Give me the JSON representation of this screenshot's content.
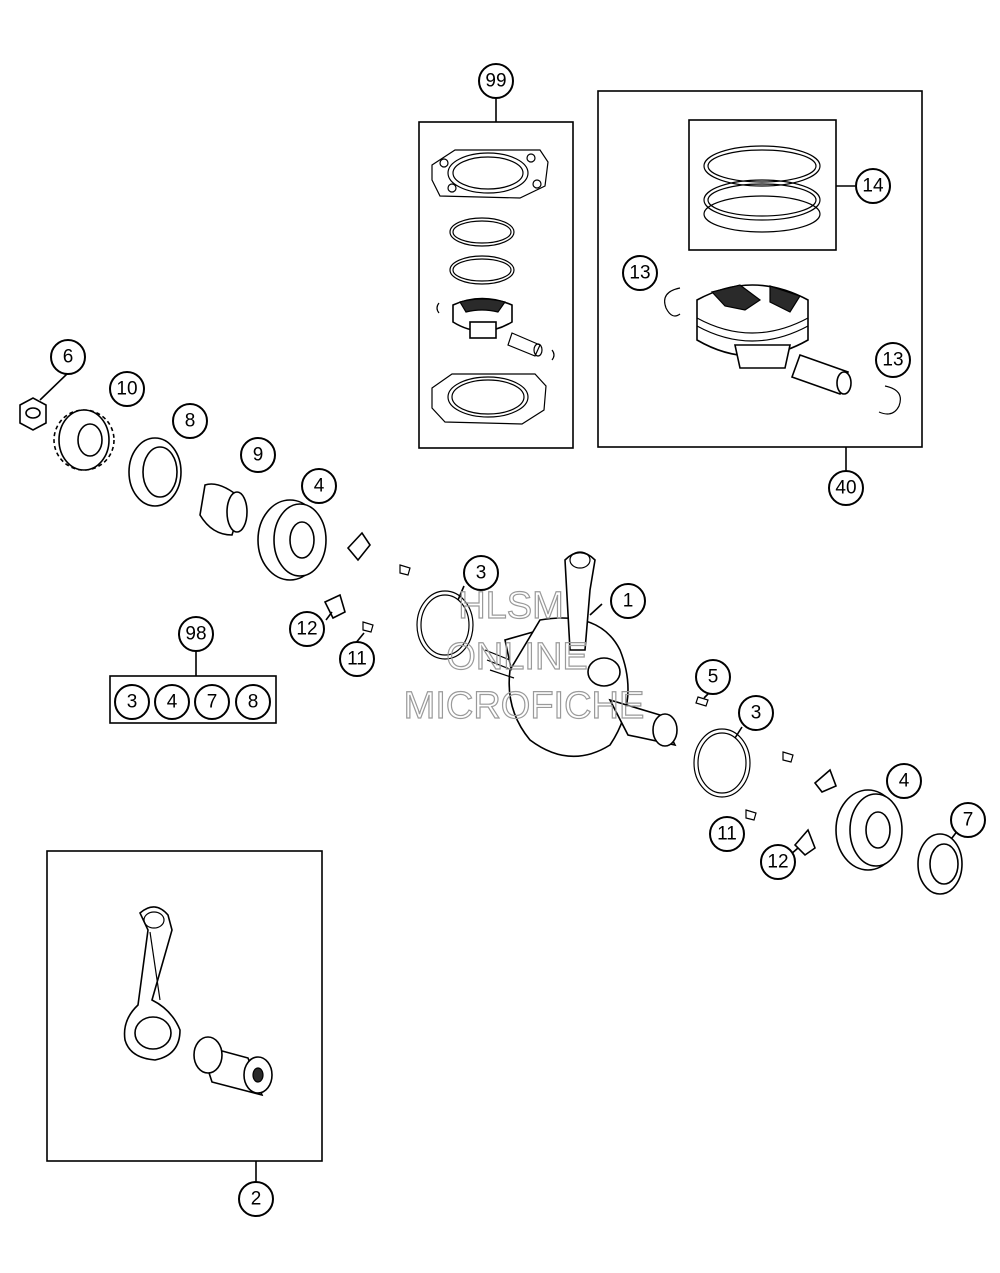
{
  "watermark": {
    "line1": "HLSM",
    "line2": "ONLINE",
    "line3": "MICROFICHE"
  },
  "callouts": {
    "c1": "1",
    "c2": "2",
    "c3a": "3",
    "c3b": "3",
    "c4a": "4",
    "c4b": "4",
    "c5": "5",
    "c6": "6",
    "c7": "7",
    "c8": "8",
    "c9": "9",
    "c10": "10",
    "c11a": "11",
    "c11b": "11",
    "c12a": "12",
    "c12b": "12",
    "c13a": "13",
    "c13b": "13",
    "c14": "14",
    "c40": "40",
    "c98": "98",
    "c99": "99"
  },
  "kit98": {
    "items": [
      "3",
      "4",
      "7",
      "8"
    ]
  },
  "colors": {
    "line": "#000000",
    "background": "#ffffff",
    "watermark": "#9a9a9a"
  }
}
